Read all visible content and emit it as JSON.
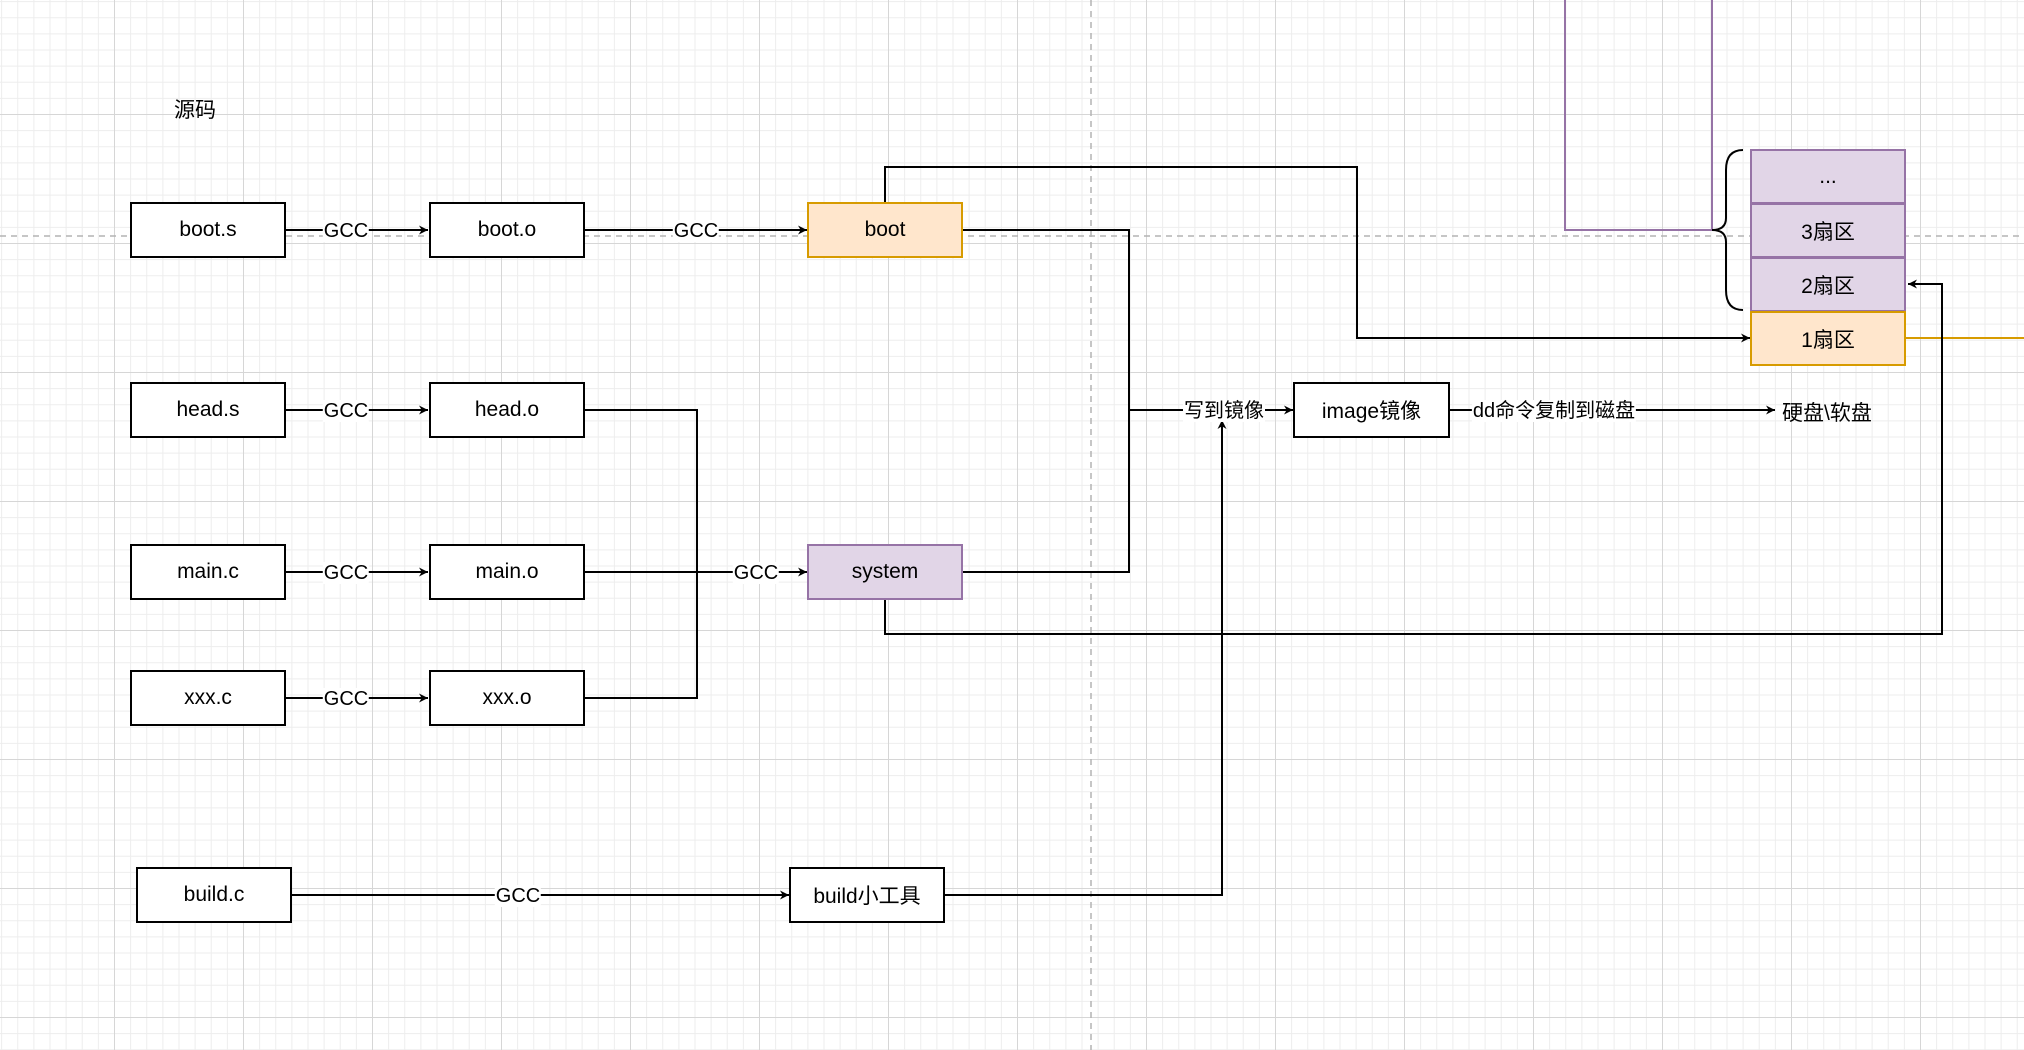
{
  "title": "源码",
  "nodes": {
    "boot_s": "boot.s",
    "boot_o": "boot.o",
    "boot": "boot",
    "head_s": "head.s",
    "head_o": "head.o",
    "main_c": "main.c",
    "main_o": "main.o",
    "xxx_c": "xxx.c",
    "xxx_o": "xxx.o",
    "system": "system",
    "build_c": "build.c",
    "build_tool": "build小工具",
    "image": "image镜像",
    "disk": "硬盘\\软盘"
  },
  "edge_labels": {
    "gcc": "GCC",
    "write_image": "写到镜像",
    "dd_copy": "dd命令复制到磁盘"
  },
  "disk_sectors": [
    "...",
    "3扇区",
    "2扇区",
    "1扇区"
  ],
  "colors": {
    "boot_fill": "#ffe6cc",
    "boot_stroke": "#d79b00",
    "system_fill": "#e1d5e7",
    "system_stroke": "#9673a6",
    "edge": "#000000",
    "guide_line": "#b3b3b3"
  }
}
